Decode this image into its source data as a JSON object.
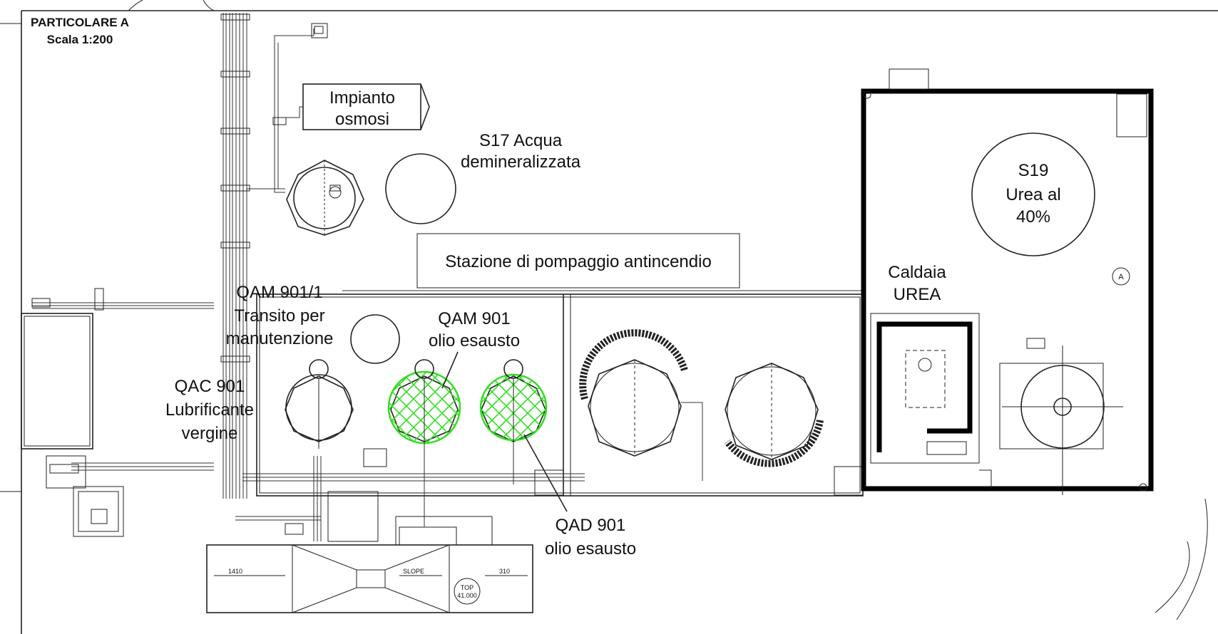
{
  "detail": {
    "title": "PARTICOLARE A",
    "scale": "Scala 1:200"
  },
  "labels": {
    "osmosis": [
      "Impianto",
      "osmosi"
    ],
    "s17": [
      "S17 Acqua",
      "demineralizzata"
    ],
    "s19": [
      "S19",
      "Urea al",
      "40%"
    ],
    "fire_pump": "Stazione di pompaggio antincendio",
    "boiler": [
      "Caldaia",
      "UREA"
    ],
    "qam901_1": [
      "QAM 901/1",
      "Transito per",
      "manutenzione"
    ],
    "qam901": [
      "QAM 901",
      "olio esausto"
    ],
    "qac901": [
      "QAC 901",
      "Lubrificante",
      "vergine"
    ],
    "qad901": [
      "QAD 901",
      "olio esausto"
    ],
    "marker_a": "A"
  },
  "drawing_text": {
    "dim_left": "1410",
    "dim_slope": "SLOPE",
    "dim_right": "310",
    "top_mark": [
      "TOP",
      "41.000"
    ]
  },
  "colors": {
    "highlight": "#33dd22",
    "lines": "#222222",
    "background": "#ffffff"
  }
}
